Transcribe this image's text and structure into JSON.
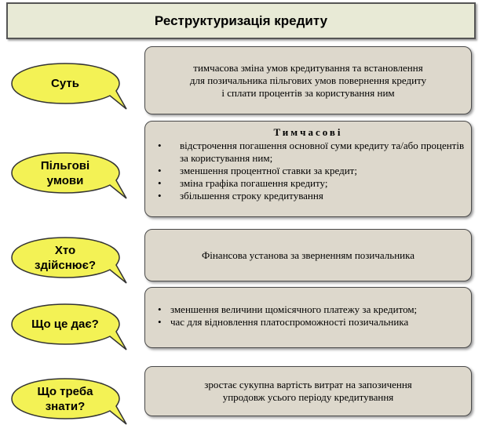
{
  "title": "Реструктуризація кредиту",
  "rows": [
    {
      "question": "Суть",
      "text": "тимчасова зміна умов кредитування та встановлення\nдля позичальника пільгових умов повернення кредиту\nі сплати процентів за користування ним"
    },
    {
      "question": "Пільгові\nумови",
      "heading": "Тимчасові",
      "items": [
        "відстрочення погашення основної суми кредиту та/або процентів за користування ним;",
        "зменшення процентної ставки за кредит;",
        "зміна графіка погашення кредиту;",
        "збільшення строку кредитування"
      ]
    },
    {
      "question": "Хто\nздійснює?",
      "text": "Фінансова установа за зверненням позичальника"
    },
    {
      "question": "Що це дає?",
      "items": [
        "зменшення величини щомісячного платежу за кредитом;",
        "час для відновлення платоспроможності позичальника"
      ]
    },
    {
      "question": "Що треба\nзнати?",
      "text": "зростає сукупна вартість витрат на запозичення\nупродовж усього періоду кредитування"
    }
  ],
  "colors": {
    "bubble_fill": "#f3f255",
    "card_fill": "#ddd8cc",
    "title_fill": "#e8ead6"
  }
}
